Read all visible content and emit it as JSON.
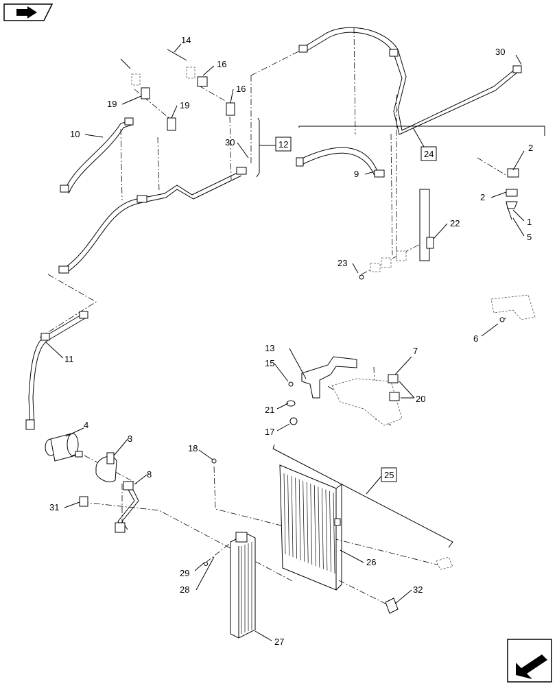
{
  "callouts": {
    "c1": "1",
    "c2a": "2",
    "c2b": "2",
    "c3": "3",
    "c4": "4",
    "c5": "5",
    "c6": "6",
    "c7": "7",
    "c8": "8",
    "c9": "9",
    "c10": "10",
    "c11": "11",
    "c12": "12",
    "c13": "13",
    "c14": "14",
    "c15": "15",
    "c16a": "16",
    "c16b": "16",
    "c17": "17",
    "c18": "18",
    "c19a": "19",
    "c19b": "19",
    "c20": "20",
    "c21": "21",
    "c22": "22",
    "c23": "23",
    "c24": "24",
    "c25": "25",
    "c26": "26",
    "c27": "27",
    "c28": "28",
    "c29": "29",
    "c30a": "30",
    "c30b": "30",
    "c31": "31",
    "c32": "32"
  },
  "icons": {
    "top_left": "previous-page-icon",
    "bottom_right": "next-page-icon"
  }
}
